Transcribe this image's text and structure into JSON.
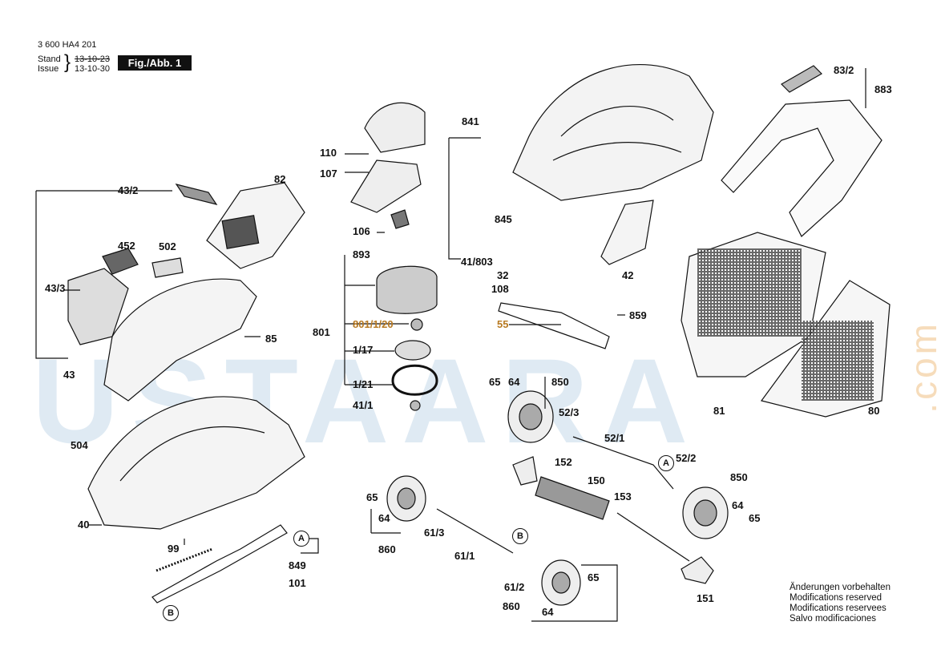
{
  "header": {
    "doc_number": "3 600 HA4 201",
    "stand_label": "Stand",
    "stand_date": "13-10-23",
    "issue_label": "Issue",
    "issue_date": "13-10-30",
    "figure_label": "Fig./Abb. 1"
  },
  "watermark": {
    "text": "USTAARA",
    "suffix": ".com"
  },
  "callouts": [
    {
      "id": "c-110",
      "text": "110"
    },
    {
      "id": "c-107",
      "text": "107"
    },
    {
      "id": "c-106",
      "text": "106"
    },
    {
      "id": "c-893",
      "text": "893"
    },
    {
      "id": "c-801",
      "text": "801"
    },
    {
      "id": "c-801-1-20",
      "text": "801/1/20"
    },
    {
      "id": "c-1-17",
      "text": "1/17"
    },
    {
      "id": "c-1-21",
      "text": "1/21"
    },
    {
      "id": "c-41-1",
      "text": "41/1"
    },
    {
      "id": "c-82",
      "text": "82"
    },
    {
      "id": "c-43-2",
      "text": "43/2"
    },
    {
      "id": "c-452",
      "text": "452"
    },
    {
      "id": "c-502",
      "text": "502"
    },
    {
      "id": "c-43-3",
      "text": "43/3"
    },
    {
      "id": "c-85",
      "text": "85"
    },
    {
      "id": "c-43",
      "text": "43"
    },
    {
      "id": "c-504",
      "text": "504"
    },
    {
      "id": "c-40",
      "text": "40"
    },
    {
      "id": "c-99",
      "text": "99"
    },
    {
      "id": "c-849",
      "text": "849"
    },
    {
      "id": "c-101",
      "text": "101"
    },
    {
      "id": "c-841",
      "text": "841"
    },
    {
      "id": "c-845",
      "text": "845"
    },
    {
      "id": "c-41-803",
      "text": "41/803"
    },
    {
      "id": "c-42",
      "text": "42"
    },
    {
      "id": "c-32",
      "text": "32"
    },
    {
      "id": "c-108",
      "text": "108"
    },
    {
      "id": "c-55",
      "text": "55"
    },
    {
      "id": "c-859",
      "text": "859"
    },
    {
      "id": "c-83-2",
      "text": "83/2"
    },
    {
      "id": "c-883",
      "text": "883"
    },
    {
      "id": "c-81",
      "text": "81"
    },
    {
      "id": "c-80",
      "text": "80"
    },
    {
      "id": "c-65-a",
      "text": "65"
    },
    {
      "id": "c-64-a",
      "text": "64"
    },
    {
      "id": "c-850-a",
      "text": "850"
    },
    {
      "id": "c-52-3",
      "text": "52/3"
    },
    {
      "id": "c-52-1",
      "text": "52/1"
    },
    {
      "id": "c-52-2",
      "text": "52/2"
    },
    {
      "id": "c-152",
      "text": "152"
    },
    {
      "id": "c-150",
      "text": "150"
    },
    {
      "id": "c-153",
      "text": "153"
    },
    {
      "id": "c-850-b",
      "text": "850"
    },
    {
      "id": "c-64-b",
      "text": "64"
    },
    {
      "id": "c-65-b",
      "text": "65"
    },
    {
      "id": "c-151",
      "text": "151"
    },
    {
      "id": "c-65-c",
      "text": "65"
    },
    {
      "id": "c-64-c",
      "text": "64"
    },
    {
      "id": "c-860-a",
      "text": "860"
    },
    {
      "id": "c-61-3",
      "text": "61/3"
    },
    {
      "id": "c-61-1",
      "text": "61/1"
    },
    {
      "id": "c-61-2",
      "text": "61/2"
    },
    {
      "id": "c-65-d",
      "text": "65"
    },
    {
      "id": "c-860-b",
      "text": "860"
    },
    {
      "id": "c-64-d",
      "text": "64"
    }
  ],
  "markers": [
    {
      "id": "m-a1",
      "text": "A"
    },
    {
      "id": "m-b1",
      "text": "B"
    },
    {
      "id": "m-a2",
      "text": "A"
    },
    {
      "id": "m-b2",
      "text": "B"
    }
  ],
  "notes": [
    "Änderungen vorbehalten",
    "Modifications reserved",
    "Modifications reservees",
    "Salvo modificaciones"
  ]
}
